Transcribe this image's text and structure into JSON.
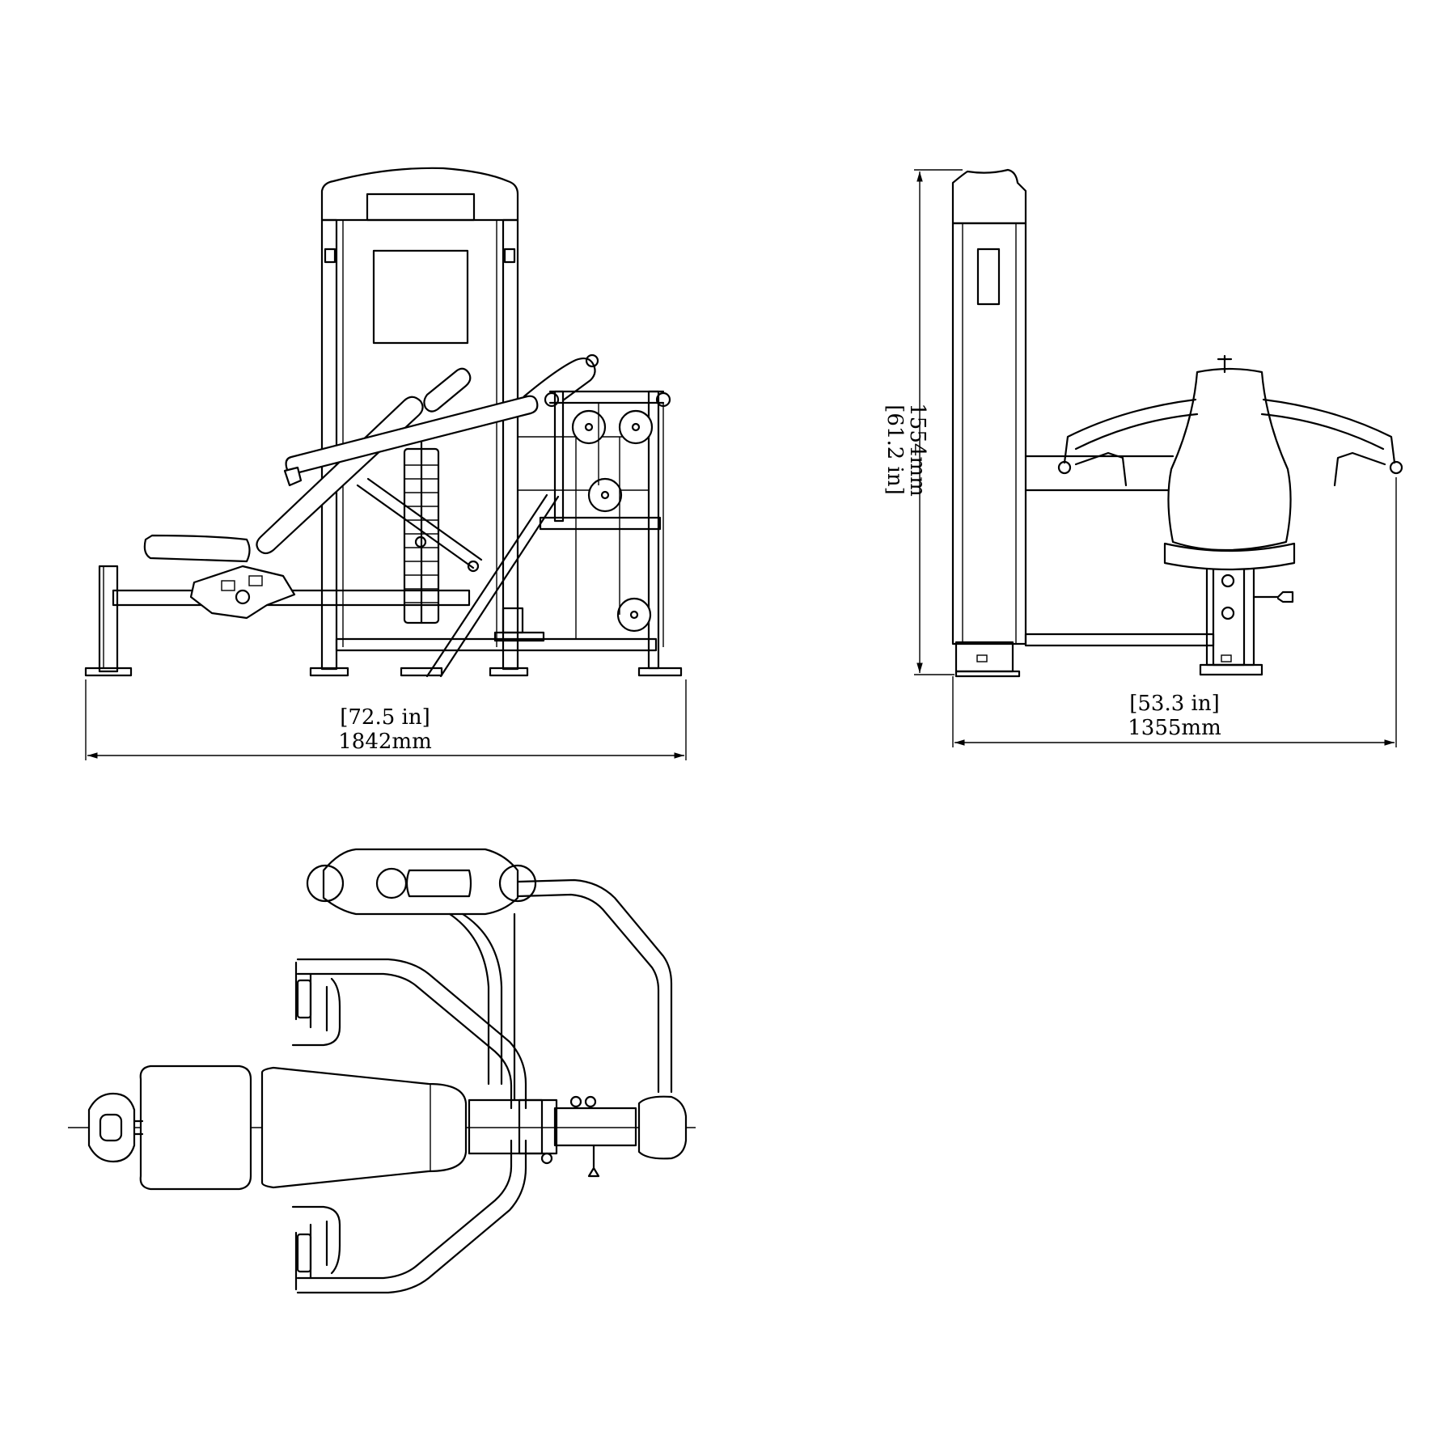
{
  "front_view": {
    "width_in": "[72.5 in]",
    "width_mm": "1842mm"
  },
  "side_view": {
    "height_in": "[61.2 in]",
    "height_mm": "1554mm",
    "width_in": "[53.3 in]",
    "width_mm": "1355mm"
  }
}
